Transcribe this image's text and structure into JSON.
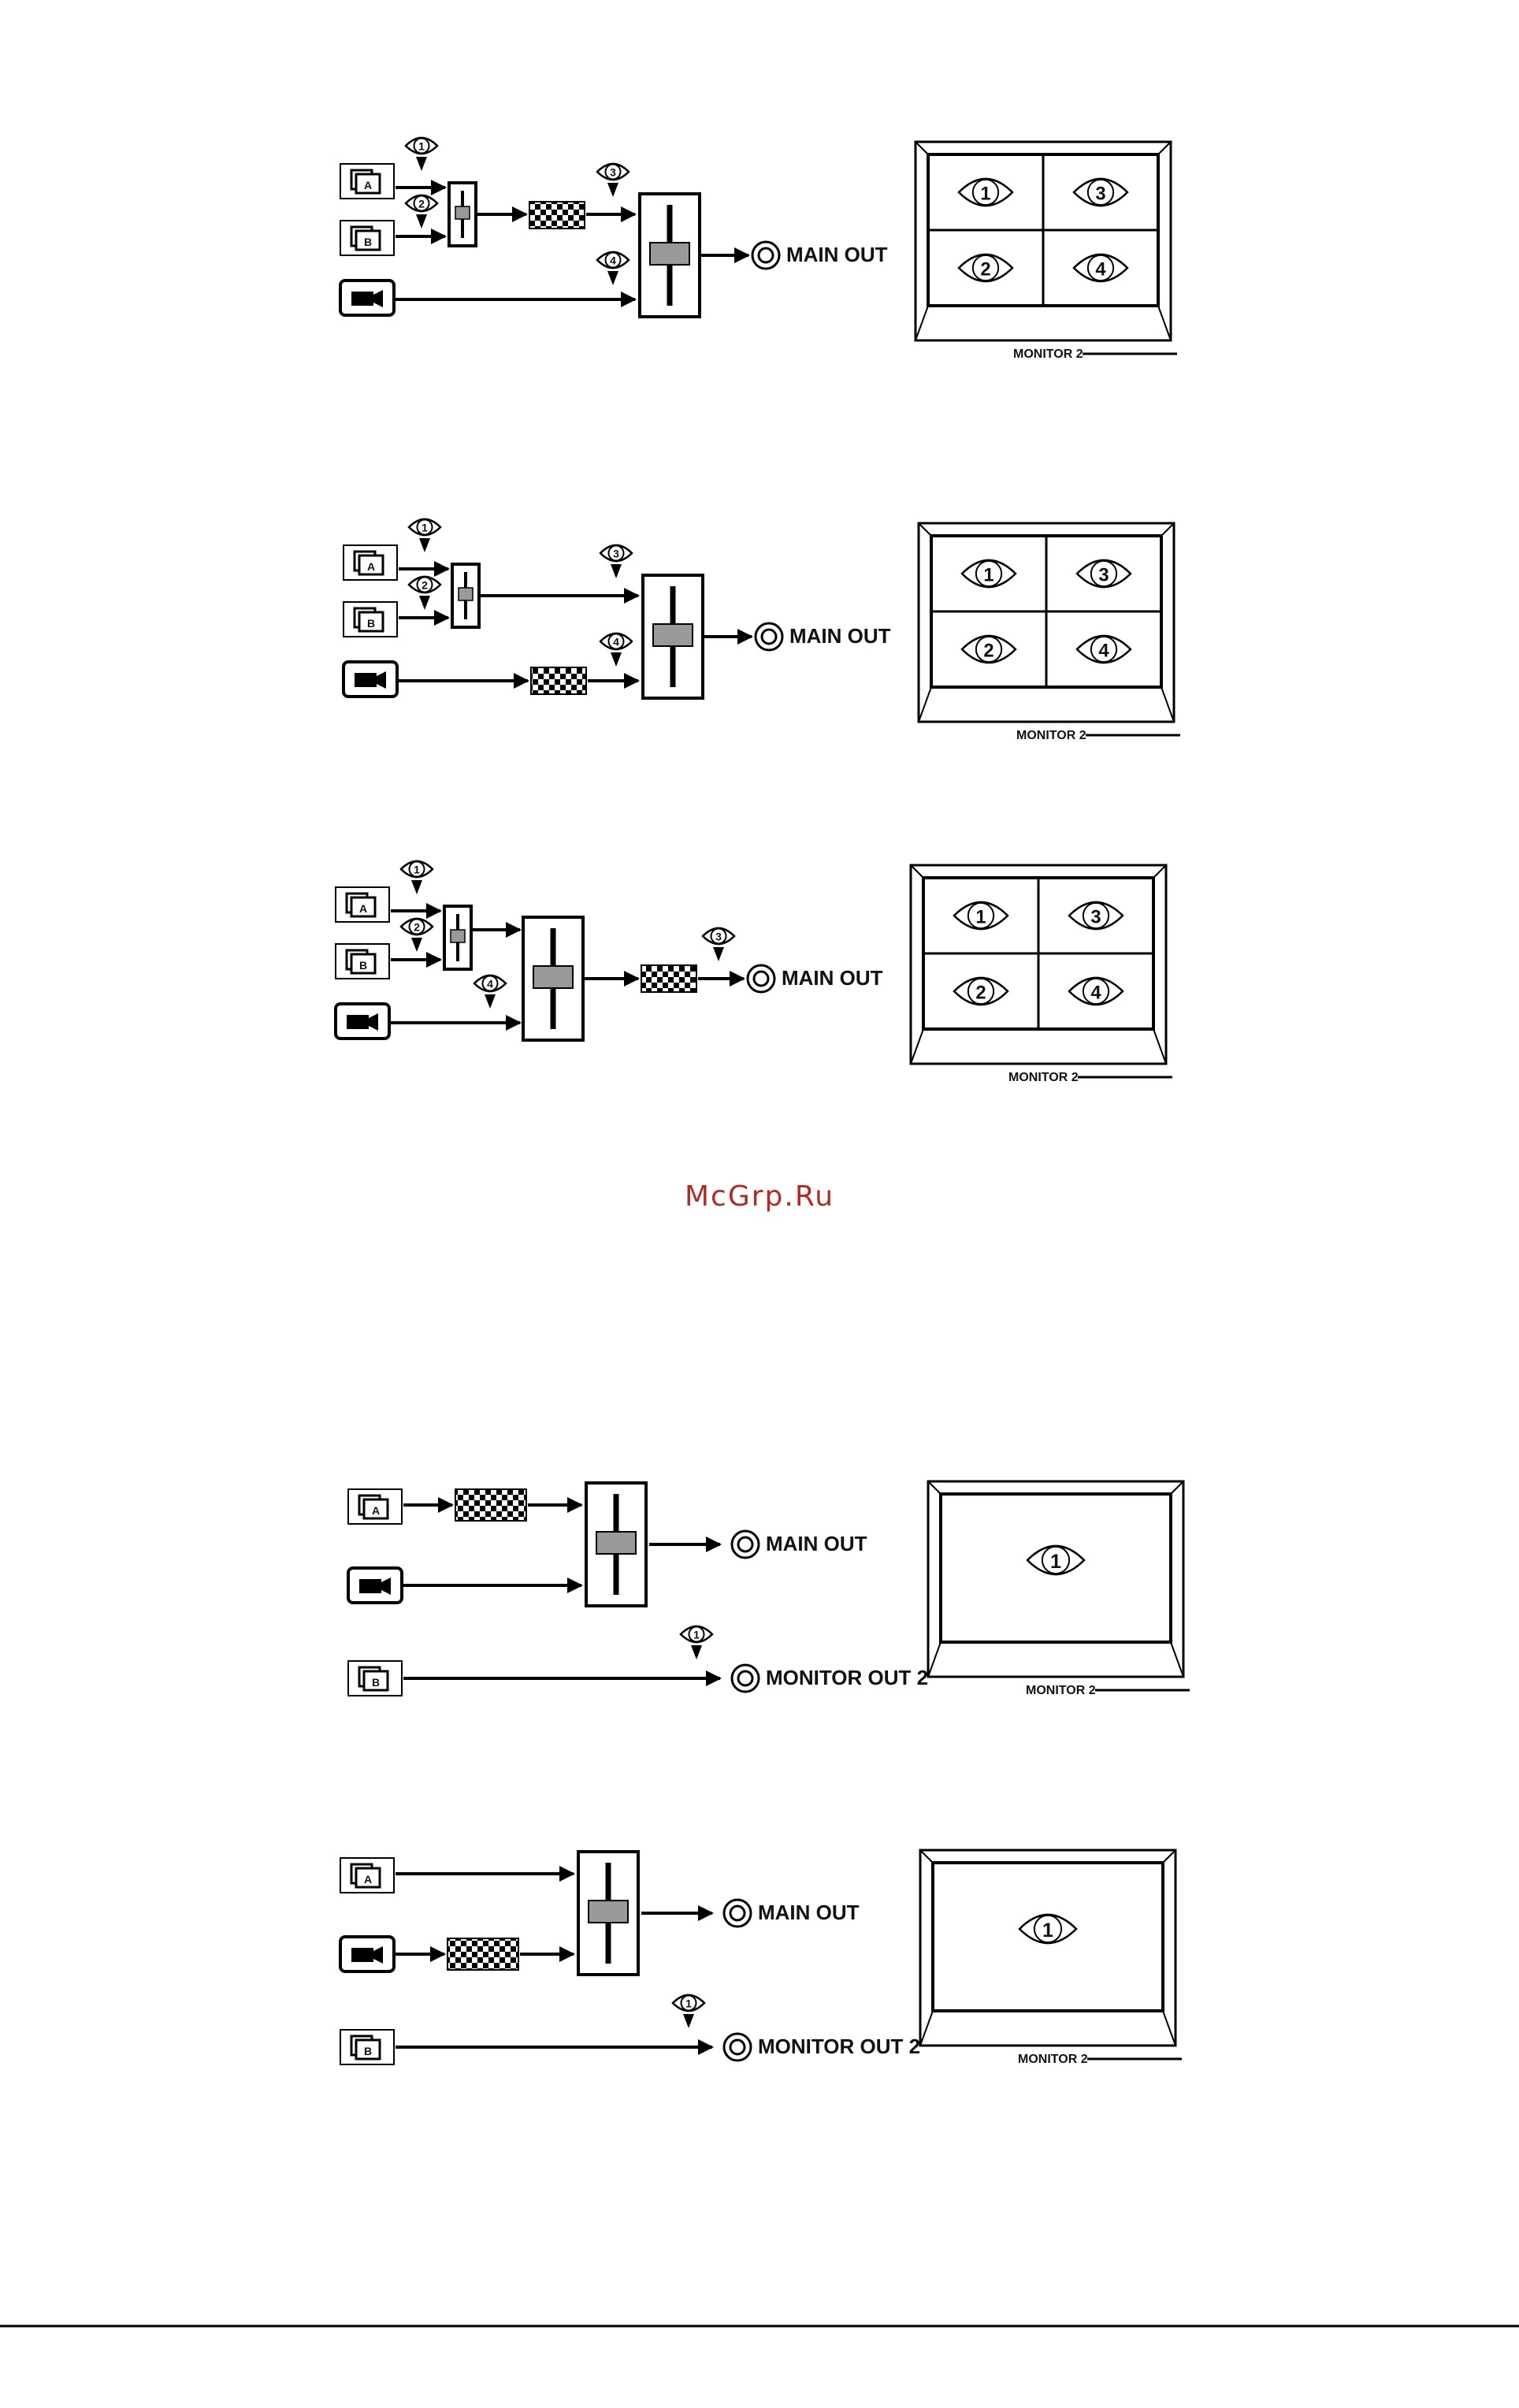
{
  "labels": {
    "main_out": "MAIN OUT",
    "monitor_out_2": "MONITOR OUT 2",
    "monitor_2": "MONITOR 2",
    "source_a": "A",
    "source_b": "B",
    "view_1": "1",
    "view_2": "2",
    "view_3": "3",
    "view_4": "4"
  },
  "watermark": "McGrp.Ru",
  "icons": {
    "source": "still-store-icon",
    "camera": "camera-icon",
    "effect": "checker-effect-icon",
    "view": "eye-icon",
    "output": "output-jack-icon",
    "monitor": "monitor-icon",
    "mixer": "fader-icon"
  },
  "diagrams": [
    {
      "id": "d1",
      "monitor_layout": "quad",
      "effect_position": "after-small-fader-to-main-fader",
      "output": "main"
    },
    {
      "id": "d2",
      "monitor_layout": "quad",
      "effect_position": "camera-to-main-fader",
      "output": "main"
    },
    {
      "id": "d3",
      "monitor_layout": "quad",
      "effect_position": "after-main-fader",
      "output": "main"
    },
    {
      "id": "d4",
      "monitor_layout": "single",
      "effect_position": "source-a-to-fader",
      "output": "main-and-monitor-out-2"
    },
    {
      "id": "d5",
      "monitor_layout": "single",
      "effect_position": "camera-to-fader",
      "output": "main-and-monitor-out-2"
    }
  ]
}
